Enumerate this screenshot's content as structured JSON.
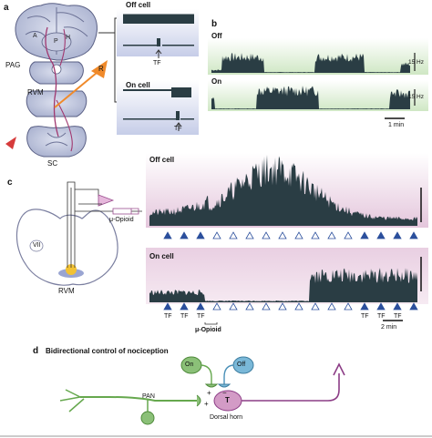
{
  "panels": {
    "a": {
      "letter": "a",
      "labels": {
        "A": "A",
        "P": "P",
        "H": "H",
        "PAG": "PAG",
        "RVM": "RVM",
        "R": "R",
        "SC": "SC"
      },
      "traces": [
        {
          "name": "Off cell",
          "tf": "TF"
        },
        {
          "name": "On cell",
          "tf": "TF"
        }
      ]
    },
    "b": {
      "letter": "b",
      "traces": [
        {
          "name": "Off",
          "scale": "15 Hz"
        },
        {
          "name": "On",
          "scale": "15 Hz"
        }
      ],
      "time_scale": "1 min"
    },
    "c": {
      "letter": "c",
      "drug_label": "μ-Opioid",
      "labels": {
        "VII": "VII",
        "RVM": "RVM"
      },
      "traces": [
        {
          "name": "Off cell"
        },
        {
          "name": "On cell"
        }
      ],
      "tf_label": "TF",
      "bottom_drug": "μ-Opioid",
      "time_scale": "2 min"
    },
    "d": {
      "letter": "d",
      "title": "Bidirectional control of nociception",
      "labels": {
        "on": "On",
        "off": "Off",
        "plus": "+",
        "minus": "−",
        "t": "T",
        "pan": "PAN",
        "dorsal_horn": "Dorsal horn"
      }
    }
  },
  "colors": {
    "purple_bg": "#e7cce0",
    "green_bg": "#d8ecd0",
    "blue_bg": "#c9cfe8",
    "trace": "#2a3d44",
    "triangle": "#2b4f9c",
    "on_neuron": "#8bc078",
    "off_neuron": "#7ab8d8",
    "pan": "#66a84e",
    "t_neuron": "#d39bc6",
    "axon": "#8c3d86",
    "orange": "#f08a2a"
  }
}
